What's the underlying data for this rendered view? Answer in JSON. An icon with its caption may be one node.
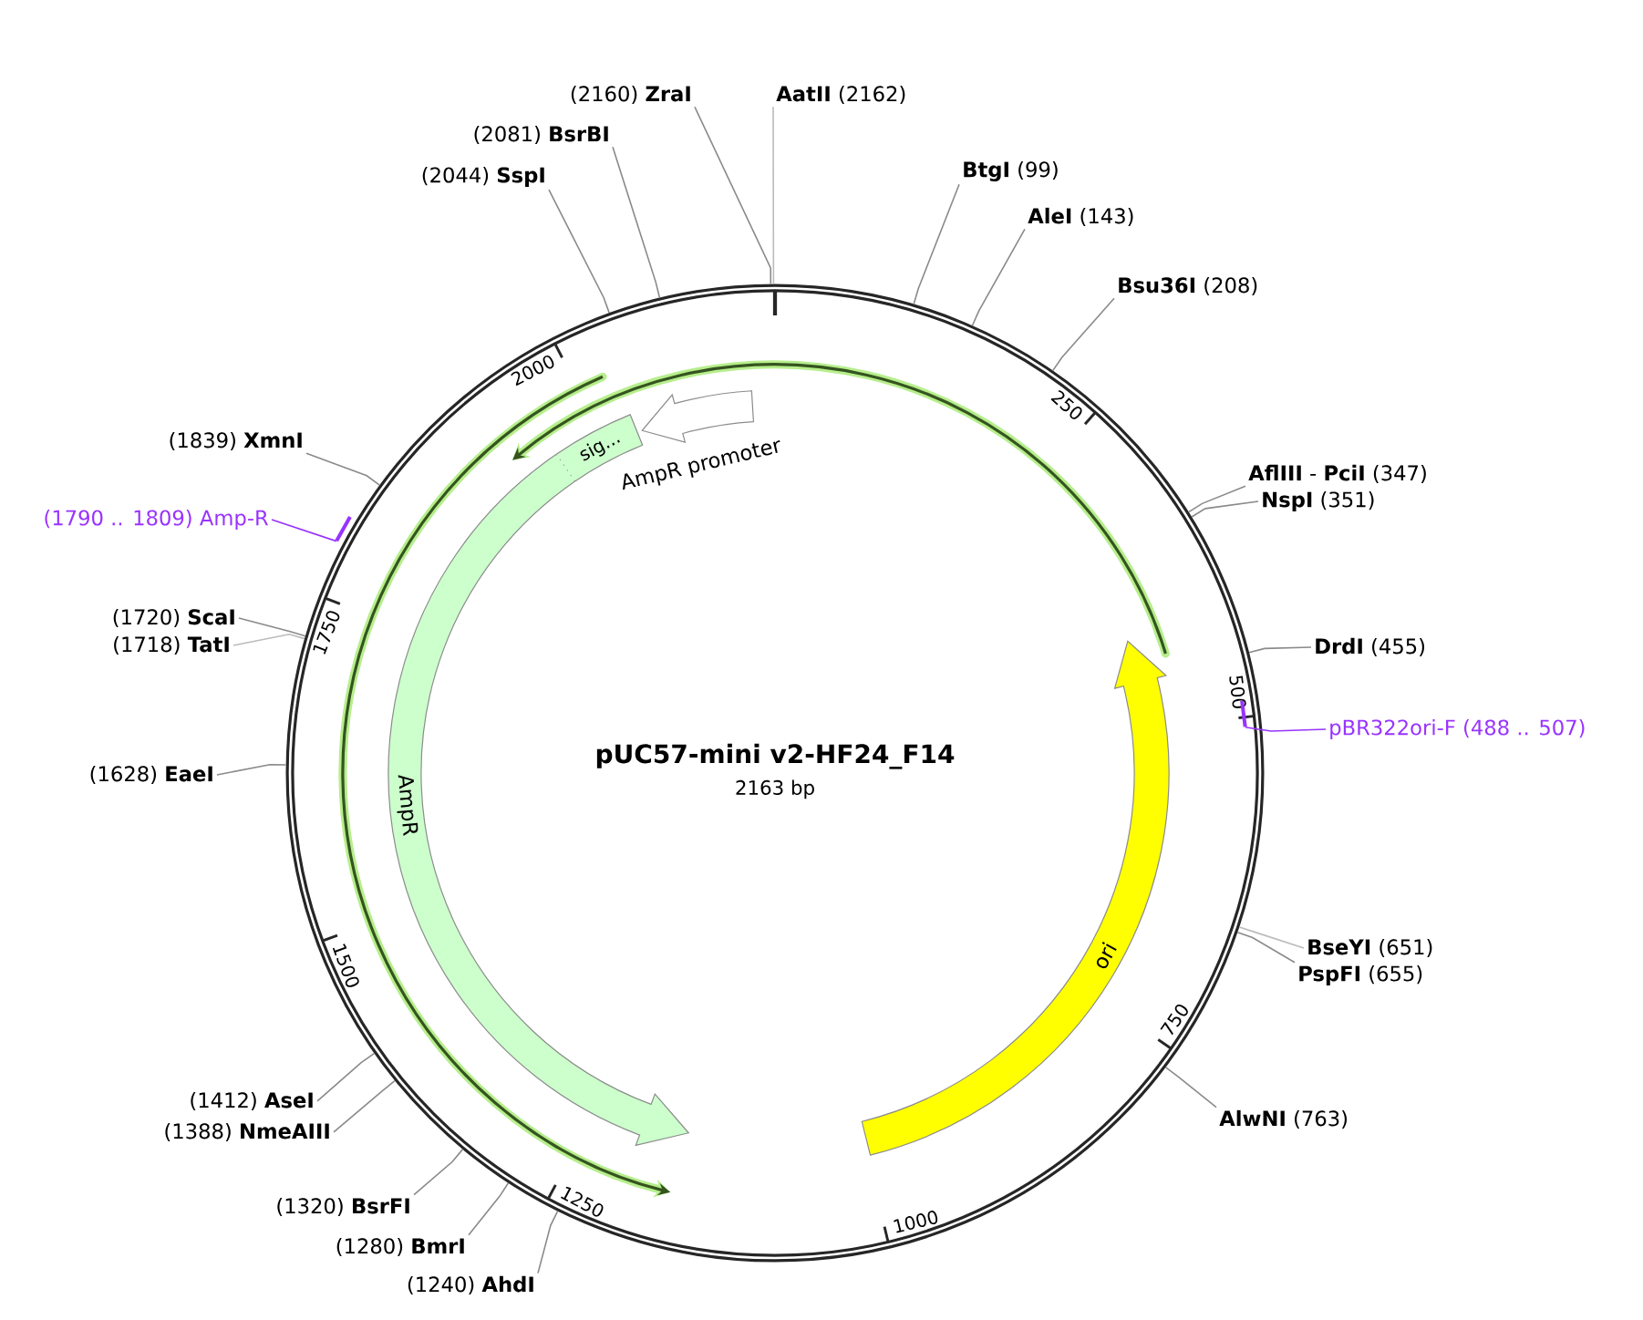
{
  "diagram": {
    "nodes": [
      {
        "text": [
          "pUC57-mini v2-HF24_F14",
          "2163 bp"
        ]
      },
      {
        "text": [
          "AmpR promoter"
        ],
        "in": 0
      },
      {
        "text": [
          "sig..."
        ],
        "in": 0
      },
      {
        "text": [
          "AmpR"
        ],
        "in": 0
      },
      {
        "text": [
          "ori"
        ],
        "in": 0
      },
      {
        "text": [
          "(2160) **ZraI**"
        ]
      },
      {
        "text": [
          "**AatII** (2162)"
        ]
      },
      {
        "text": [
          "(2081) **BsrBI**"
        ]
      },
      {
        "text": [
          "**BtgI** (99)"
        ]
      },
      {
        "text": [
          "(2044) **SspI**"
        ]
      },
      {
        "text": [
          "**AleI** (143)"
        ]
      },
      {
        "text": [
          "**Bsu36I** (208)"
        ]
      },
      {
        "text": [
          "(1839) **XmnI**"
        ]
      },
      {
        "text": [
          "**AflIII** - **PciI** (347)"
        ]
      },
      {
        "text": [
          "**NspI** (351)"
        ]
      },
      {
        "text": [
          "(1790 .. 1809) Amp-R"
        ]
      },
      {
        "text": [],
        "shape": "bar"
      },
      {
        "text": [
          "(1720) **ScaI**"
        ]
      },
      {
        "text": [
          "(1718) **TatI**"
        ]
      },
      {
        "text": [
          "**DrdI** (455)"
        ]
      },
      {
        "text": [
          "pBR322ori-F (488 .. 507)"
        ]
      },
      {
        "text": [],
        "shape": "bar",
        "in": 0
      },
      {
        "text": [
          "(1628) **EaeI**"
        ]
      },
      {
        "text": [
          "**BseYI** (651)"
        ]
      },
      {
        "text": [
          "**PspFI** (655)"
        ]
      },
      {
        "text": [
          "(1412) **AseI**"
        ]
      },
      {
        "text": [
          "**AlwNI** (763)"
        ]
      },
      {
        "text": [
          "(1388) **NmeAIII**"
        ]
      },
      {
        "text": [
          "(1320) **BsrFI**"
        ]
      },
      {
        "text": [
          "(1280) **BmrI**"
        ]
      },
      {
        "text": [
          "(1240) **AhdI**"
        ]
      }
    ],
    "edges": [
      {
        "from": 5,
        "to": 0,
        "arrow": "none"
      },
      {
        "from": 6,
        "to": 0,
        "arrow": "none",
        "color": "#bbbbbb"
      },
      {
        "from": 7,
        "to": 0,
        "arrow": "none"
      },
      {
        "from": 8,
        "to": 0,
        "arrow": "none"
      },
      {
        "from": 9,
        "to": 0,
        "arrow": "none"
      },
      {
        "from": 10,
        "to": 0,
        "arrow": "none"
      },
      {
        "from": 11,
        "to": 0,
        "arrow": "none"
      },
      {
        "from": 12,
        "to": 0,
        "arrow": "none"
      },
      {
        "from": 13,
        "to": 0,
        "arrow": "none"
      },
      {
        "from": 14,
        "to": 0,
        "arrow": "none"
      },
      {
        "from": 15,
        "to": 16,
        "arrow": "none",
        "color": "#9933ff"
      },
      {
        "from": 17,
        "to": 0,
        "arrow": "none"
      },
      {
        "from": 18,
        "to": 0,
        "arrow": "none",
        "color": "#bbbbbb"
      },
      {
        "from": 19,
        "to": 0,
        "arrow": "none"
      },
      {
        "from": 20,
        "to": 21,
        "arrow": "none",
        "color": "#9933ff"
      },
      {
        "from": 22,
        "to": 0,
        "arrow": "none"
      },
      {
        "from": 23,
        "to": 0,
        "arrow": "none",
        "color": "#bbbbbb"
      },
      {
        "from": 24,
        "to": 0,
        "arrow": "none"
      },
      {
        "from": 25,
        "to": 0,
        "arrow": "none"
      },
      {
        "from": 26,
        "to": 0,
        "arrow": "none"
      },
      {
        "from": 27,
        "to": 0,
        "arrow": "none"
      },
      {
        "from": 28,
        "to": 0,
        "arrow": "none"
      },
      {
        "from": 29,
        "to": 0,
        "arrow": "none"
      },
      {
        "from": 30,
        "to": 0,
        "arrow": "none"
      }
    ],
    "labels": [
      "250",
      "500",
      "750",
      "1000",
      "1250",
      "1500",
      "1750",
      "2000"
    ]
  }
}
